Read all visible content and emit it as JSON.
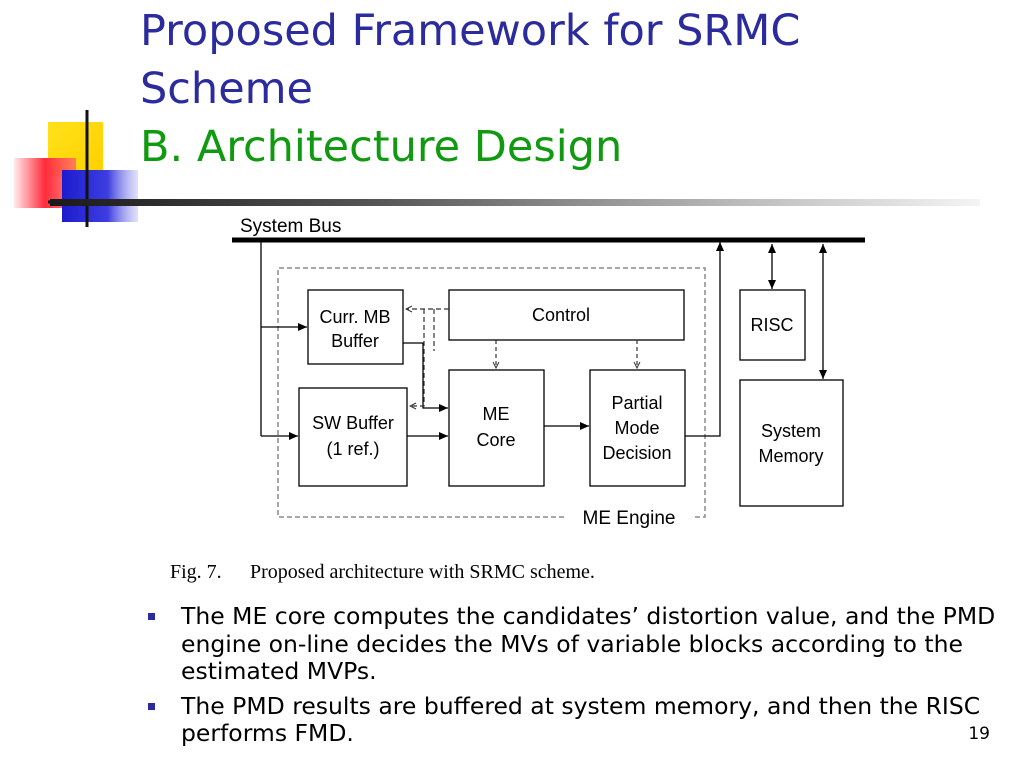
{
  "title": {
    "line1": "Proposed Framework for SRMC",
    "line2": "Scheme",
    "subtitle": "B. Architecture Design"
  },
  "diagram": {
    "bus_label": "System Bus",
    "curr_mb_line1": "Curr. MB",
    "curr_mb_line2": "Buffer",
    "control": "Control",
    "sw_buffer_line1": "SW Buffer",
    "sw_buffer_line2": "(1 ref.)",
    "me_core_line1": "ME",
    "me_core_line2": "Core",
    "pmd_line1": "Partial",
    "pmd_line2": "Mode",
    "pmd_line3": "Decision",
    "risc": "RISC",
    "sysmem_line1": "System",
    "sysmem_line2": "Memory",
    "engine_label": "ME Engine",
    "caption_num": "Fig. 7.",
    "caption_text": "Proposed architecture with SRMC scheme."
  },
  "bullets": [
    "The ME core computes the candidates’ distortion value, and the PMD engine on-line decides the MVs of variable blocks according to the estimated MVPs.",
    "The PMD results are buffered at system memory, and then the RISC performs FMD."
  ],
  "page_number": "19",
  "colors": {
    "title": "#2b2b9e",
    "subtitle": "#0f9a0f",
    "bullet": "#2b2b9e"
  }
}
